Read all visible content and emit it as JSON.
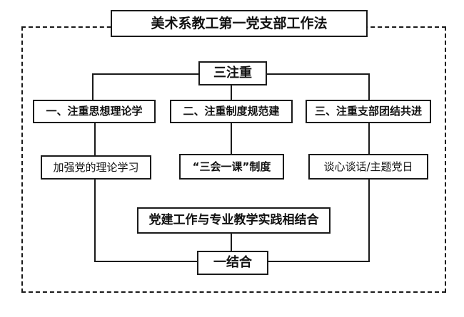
{
  "diagram": {
    "title": "美术系教工第一党支部工作法",
    "frame_style": "dashed",
    "accent_color": "#1a1a1a",
    "background_color": "#ffffff",
    "nodes": {
      "title": "美术系教工第一党支部工作法",
      "three_focus": "三注重",
      "pillar_1": "一、注重思想理论学",
      "pillar_2": "二、注重制度规范建",
      "pillar_3": "三、注重支部团结共进",
      "child_1": "加强党的理论学习",
      "child_2": "“三会一课”制度",
      "child_3": "谈心谈话/主题党日",
      "combination_detail": "党建工作与专业教学实践相结合",
      "one_combination": "一结合"
    }
  }
}
